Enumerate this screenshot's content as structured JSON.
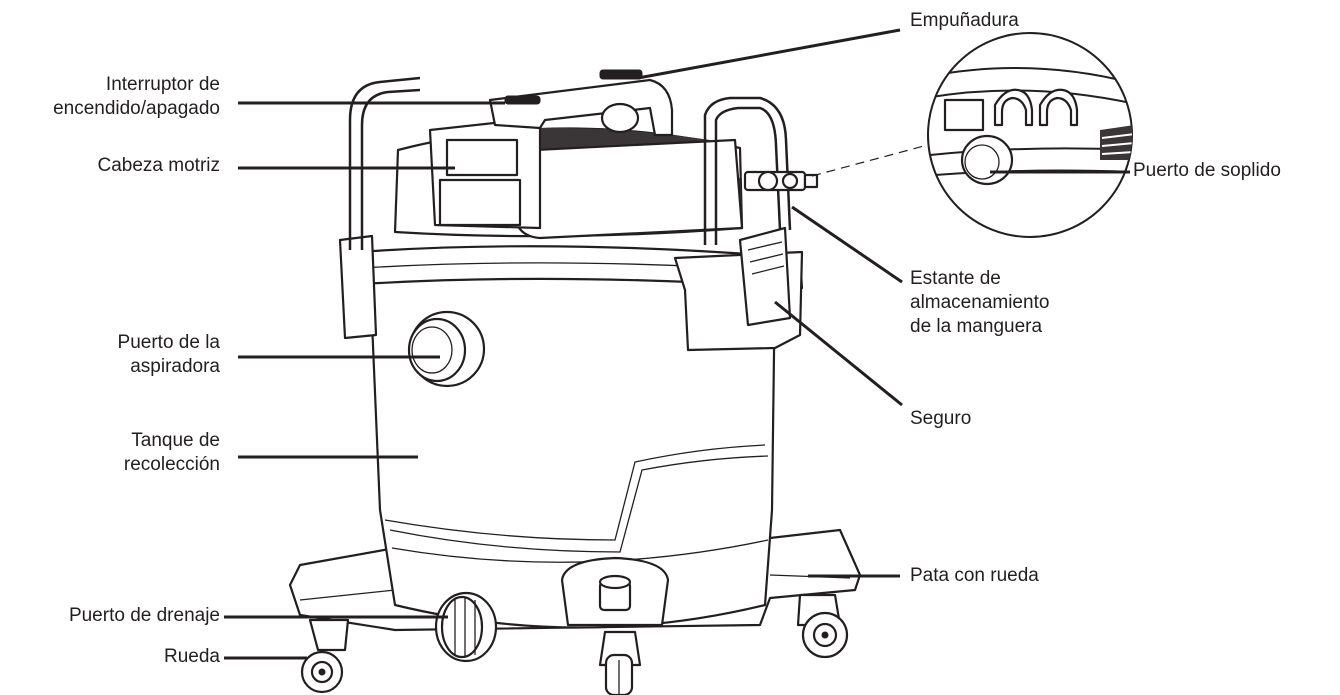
{
  "labels": {
    "power_switch": "Interruptor de\nencendido/apagado",
    "power_head": "Cabeza motriz",
    "vacuum_port": "Puerto de la\naspiradora",
    "collection_tank": "Tanque de\nrecolección",
    "drain_port": "Puerto de drenaje",
    "wheel": "Rueda",
    "handle": "Empuñadura",
    "blower_port": "Puerto de soplido",
    "hose_storage_rack": "Estante de\nalmacenamiento\nde la manguera",
    "latch": "Seguro",
    "caster_foot": "Pata con rueda"
  },
  "colors": {
    "ink": "#231f20",
    "background": "#ffffff"
  }
}
